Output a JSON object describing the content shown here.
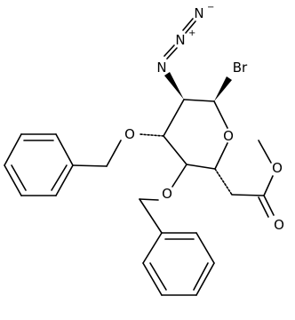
{
  "molecule": {
    "atoms": {
      "n_terminal": "N",
      "n_terminal_charge": "−",
      "n_central": "N",
      "n_central_charge": "+",
      "n_attached": "N",
      "bromine": "Br",
      "ring_oxygen": "O",
      "benzyl_ether_oxygen_upper": "O",
      "benzyl_ether_oxygen_lower": "O",
      "ester_methoxy_oxygen": "O",
      "ester_carbonyl_oxygen": "O"
    }
  }
}
